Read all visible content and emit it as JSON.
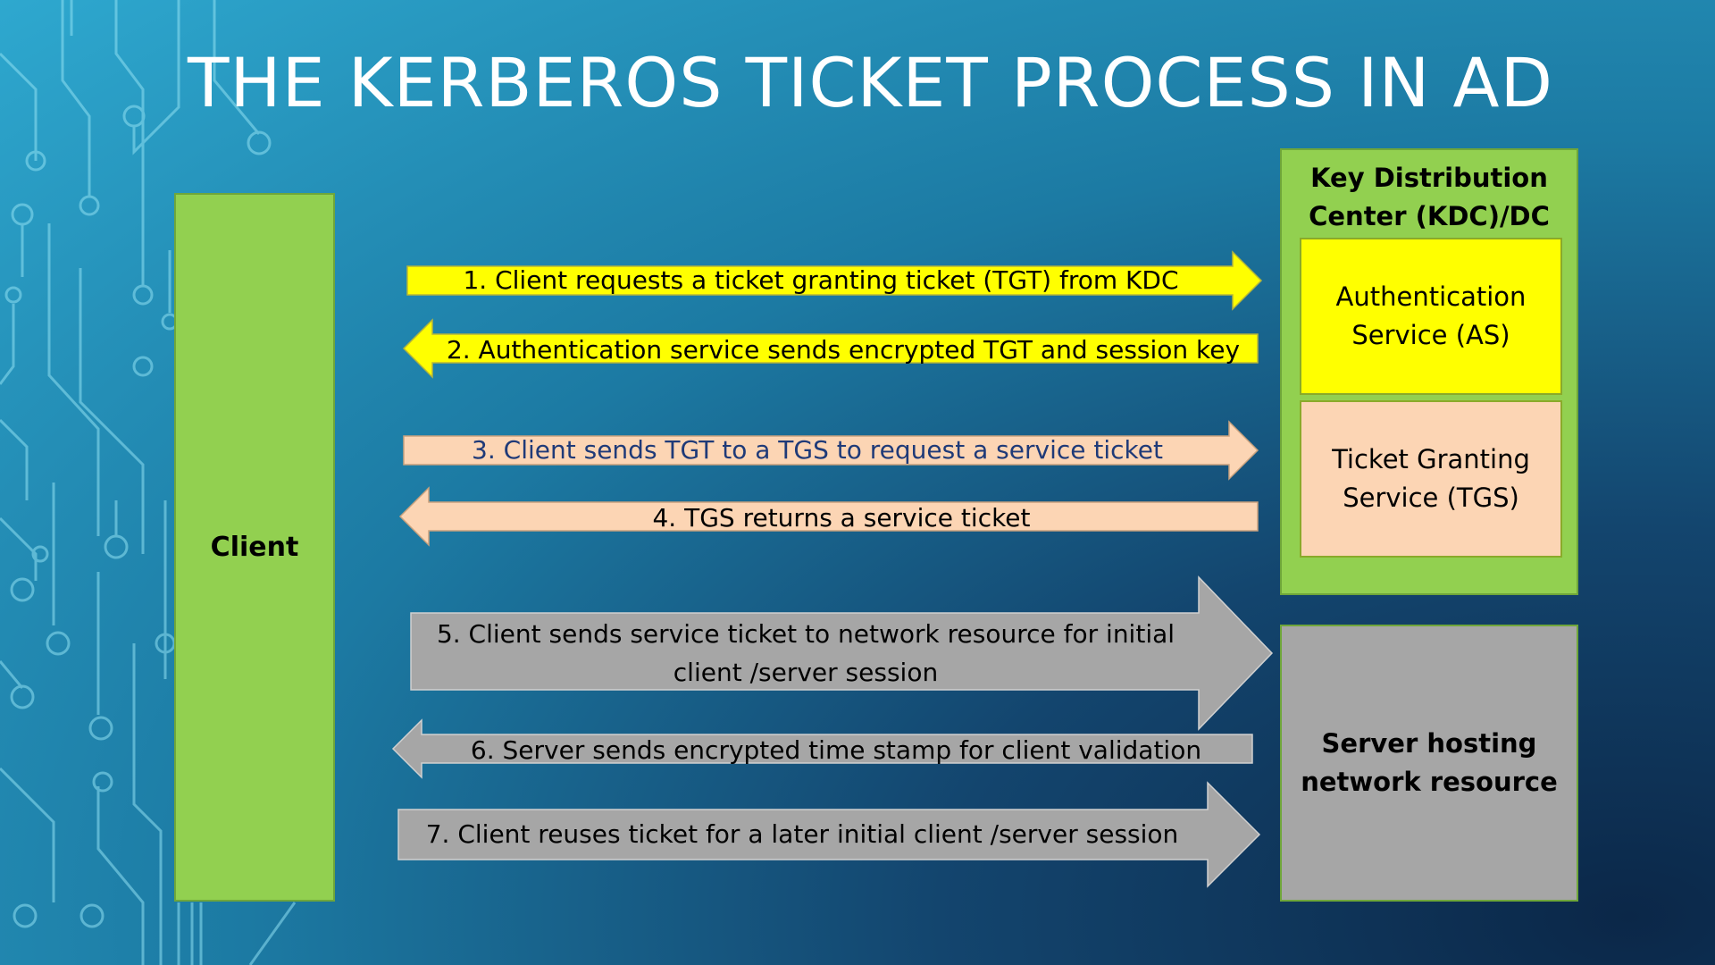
{
  "title": "THE KERBEROS TICKET PROCESS IN AD",
  "client_label": "Client",
  "kdc": {
    "title_line1": "Key Distribution",
    "title_line2": "Center (KDC)/DC",
    "as_line1": "Authentication",
    "as_line2": "Service (AS)",
    "tgs_line1": "Ticket Granting",
    "tgs_line2": "Service (TGS)"
  },
  "server": {
    "line1": "Server hosting",
    "line2": "network resource"
  },
  "steps": [
    {
      "text": "1. Client requests a ticket granting ticket (TGT) from KDC",
      "direction": "right"
    },
    {
      "text": "2. Authentication service sends encrypted TGT and session key",
      "direction": "left"
    },
    {
      "text": "3. Client sends TGT to a TGS to request a service ticket",
      "direction": "right"
    },
    {
      "text": "4. TGS returns a service ticket",
      "direction": "left"
    },
    {
      "text_line1": "5. Client sends service ticket to network resource for initial",
      "text_line2": "client /server session",
      "direction": "right"
    },
    {
      "text": "6. Server sends encrypted time stamp for client validation",
      "direction": "left"
    },
    {
      "text": "7. Client reuses ticket for a later initial client /server session",
      "direction": "right"
    }
  ],
  "colors": {
    "client_green": "#92d050",
    "as_yellow": "#ffff00",
    "tgs_peach": "#fcd5b4",
    "server_gray": "#a6a6a6",
    "step3_text": "#1f3a78"
  }
}
